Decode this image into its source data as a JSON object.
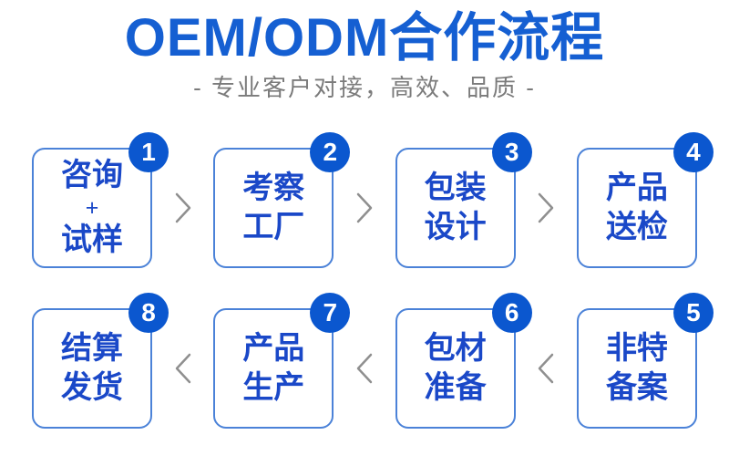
{
  "header": {
    "title": "OEM/ODM合作流程",
    "subtitle": "- 专业客户对接，高效、品质 -"
  },
  "colors": {
    "title_blue": "#155fd2",
    "subtitle_gray": "#7b7b7b",
    "box_text_blue": "#1a48c8",
    "border_blue": "#4b82d8",
    "badge_blue": "#0b57cf",
    "arrow_gray": "#8f8f8f"
  },
  "rows": [
    {
      "arrow_direction": "right",
      "steps": [
        {
          "number": "1",
          "lines": [
            "咨询",
            "+",
            "试样"
          ]
        },
        {
          "number": "2",
          "lines": [
            "考察",
            "工厂"
          ]
        },
        {
          "number": "3",
          "lines": [
            "包装",
            "设计"
          ]
        },
        {
          "number": "4",
          "lines": [
            "产品",
            "送检"
          ]
        }
      ]
    },
    {
      "arrow_direction": "left",
      "steps": [
        {
          "number": "8",
          "lines": [
            "结算",
            "发货"
          ]
        },
        {
          "number": "7",
          "lines": [
            "产品",
            "生产"
          ]
        },
        {
          "number": "6",
          "lines": [
            "包材",
            "准备"
          ]
        },
        {
          "number": "5",
          "lines": [
            "非特",
            "备案"
          ]
        }
      ]
    }
  ]
}
